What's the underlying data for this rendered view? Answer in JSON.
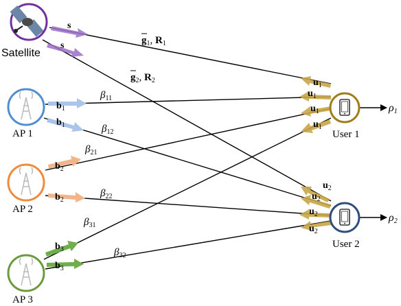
{
  "nodes": {
    "satellite": {
      "label": "Satellite"
    },
    "aps": [
      {
        "label": "AP 1",
        "color": "#4f8fd0"
      },
      {
        "label": "AP 2",
        "color": "#f08a3c"
      },
      {
        "label": "AP 3",
        "color": "#6a9a3c"
      }
    ],
    "users": [
      {
        "label": "User 1",
        "output": "ρ",
        "output_sub": "1"
      },
      {
        "label": "User 2",
        "output": "ρ",
        "output_sub": "2"
      }
    ]
  },
  "signals": {
    "s": "s",
    "b": "b",
    "u": "u",
    "sub1": "1",
    "sub2": "2",
    "sub3": "3"
  },
  "channels": {
    "g1": {
      "g": "g",
      "sub": "1",
      "sep": ", ",
      "R": "R",
      "Rsub": "1"
    },
    "g2": {
      "g": "g",
      "sub": "2",
      "sep": ", ",
      "R": "R",
      "Rsub": "2"
    },
    "beta": "β",
    "b11": "11",
    "b12": "12",
    "b21": "21",
    "b22": "22",
    "b31": "31",
    "b32": "32"
  },
  "colors": {
    "satellite_ring": "#7030a0",
    "user_ring": "#a07d1c",
    "user2_ring": "#2f4f7a",
    "arrow_s": "#9b6fc8",
    "arrow_b1": "#a9c6ea",
    "arrow_b2": "#f4b48a",
    "arrow_b3": "#6fae4a",
    "arrow_u": "#c8a548"
  }
}
